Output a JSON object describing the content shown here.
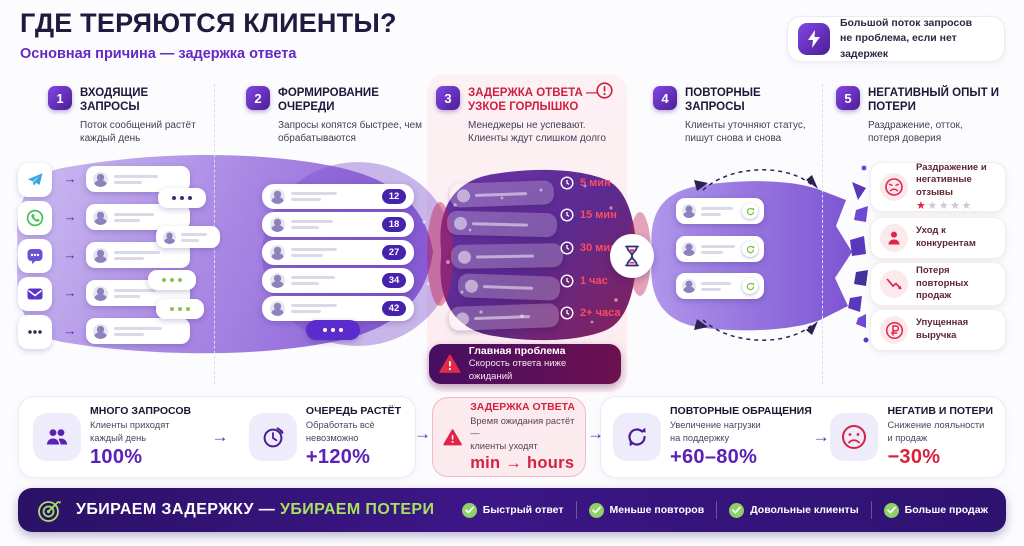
{
  "header": {
    "title": "ГДЕ ТЕРЯЮТСЯ КЛИЕНТЫ?",
    "subtitle": "Основная причина — задержка ответа"
  },
  "callout": {
    "icon": "lightning-icon",
    "line1": "Большой поток запросов",
    "line2": "не проблема, если нет задержек"
  },
  "steps": [
    {
      "num": "1",
      "title": "ВХОДЯЩИЕ ЗАПРОСЫ",
      "desc": "Поток сообщений растёт каждый день"
    },
    {
      "num": "2",
      "title": "ФОРМИРОВАНИЕ ОЧЕРЕДИ",
      "desc": "Запросы копятся быстрее, чем обрабатываются"
    },
    {
      "num": "3",
      "title": "ЗАДЕРЖКА ОТВЕТА — УЗКОЕ ГОРЛЫШКО",
      "desc": "Менеджеры не успевают. Клиенты ждут слишком долго"
    },
    {
      "num": "4",
      "title": "ПОВТОРНЫЕ ЗАПРОСЫ",
      "desc": "Клиенты уточняют статус, пишут снова и снова"
    },
    {
      "num": "5",
      "title": "НЕГАТИВНЫЙ ОПЫТ И ПОТЕРИ",
      "desc": "Раздражение, отток, потеря доверия"
    }
  ],
  "funnel": {
    "channels": [
      "telegram",
      "whatsapp",
      "chat",
      "email",
      "more"
    ],
    "queue_numbers": [
      "12",
      "18",
      "27",
      "34",
      "42"
    ],
    "wait_times": [
      "5 мин",
      "15 мин",
      "30 мин",
      "1 час",
      "2+ часа"
    ],
    "problem": {
      "title": "Главная проблема",
      "subtitle": "Скорость ответа ниже ожиданий"
    }
  },
  "outcomes": [
    {
      "icon": "angry-face-icon",
      "text": "Раздражение и негативные отзывы",
      "stars_filled": "★",
      "stars_empty": "★★★★"
    },
    {
      "icon": "person-icon",
      "text": "Уход к конкурентам"
    },
    {
      "icon": "decline-chart-icon",
      "text": "Потеря повторных продаж"
    },
    {
      "icon": "ruble-icon",
      "text": "Упущенная выручка"
    }
  ],
  "stats": [
    {
      "icon": "people-icon",
      "title": "МНОГО ЗАПРОСОВ",
      "desc1": "Клиенты приходят",
      "desc2": "каждый день",
      "value": "100%"
    },
    {
      "icon": "clock-grow-icon",
      "title": "ОЧЕРЕДЬ РАСТЁТ",
      "desc1": "Обработать всё",
      "desc2": "невозможно",
      "value": "+120%"
    },
    {
      "icon": "warning-icon",
      "title": "ЗАДЕРЖКА ОТВЕТА",
      "desc1": "Время ожидания растёт —",
      "desc2": "клиенты уходят",
      "value": "min → hours"
    },
    {
      "icon": "repeat-icon",
      "title": "ПОВТОРНЫЕ ОБРАЩЕНИЯ",
      "desc1": "Увеличение нагрузки",
      "desc2": "на поддержку",
      "value": "+60–80%"
    },
    {
      "icon": "sad-face-icon",
      "title": "НЕГАТИВ И ПОТЕРИ",
      "desc1": "Снижение лояльности",
      "desc2": "и продаж",
      "value": "−30%"
    }
  ],
  "banner": {
    "icon": "target-icon",
    "title_white": "УБИРАЕМ ЗАДЕРЖКУ —",
    "title_green": "УБИРАЕМ ПОТЕРИ",
    "items": [
      "Быстрый ответ",
      "Меньше повторов",
      "Довольные клиенты",
      "Больше продаж"
    ]
  },
  "glyphs": {
    "arrow": "→"
  },
  "colors": {
    "accent_purple": "#5b21b6",
    "badge_gradient": "#8247e5-#4c1d95",
    "alert_red": "#d6213f",
    "success_green": "#8ed16a",
    "banner_bg": "#2a1166",
    "dark_navy": "#211a3e",
    "time_label": "#ff4a64"
  }
}
